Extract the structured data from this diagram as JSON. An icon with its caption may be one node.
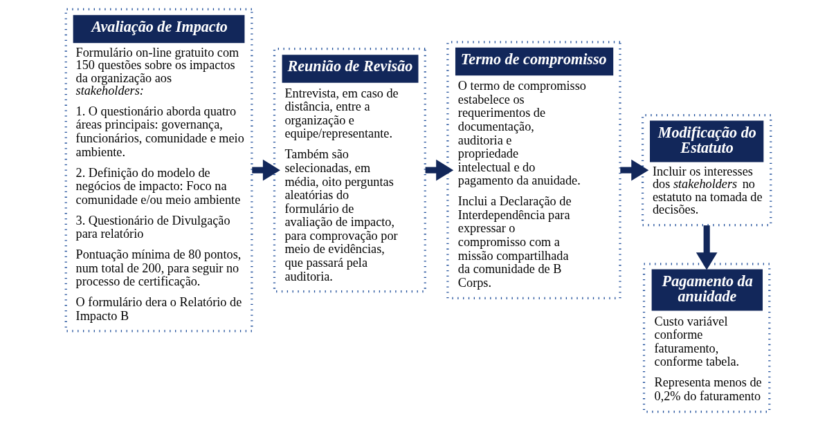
{
  "diagram": {
    "nodes": [
      {
        "text": [
          "Avaliação de Impacto",
          "Formulário on-line gratuito com 150 questões sobre os impactos da organização aos *stakeholders:*",
          "1. O questionário aborda quatro áreas principais: governança, funcionários, comunidade e meio ambiente.",
          "2. Definição do modelo de negócios de impacto: Foco na comunidade e/ou meio ambiente",
          "3. Questionário de Divulgação para relatório",
          "Pontuação mínima de 80 pontos, num total de 200, para seguir no processo de certificação.",
          "O formulário dera o Relatório de Impacto B"
        ]
      },
      {
        "text": [
          "Reunião de Revisão",
          "Entrevista, em caso de distância, entre a organização e equipe/representante.",
          "Também são selecionadas, em média, oito perguntas aleatórias do formulário de avaliação de impacto, para comprovação por meio de evidências, que passará pela auditoria."
        ]
      },
      {
        "text": [
          "Termo de compromisso",
          "O termo de compromisso estabelece os requerimentos de documentação, auditoria e propriedade intelectual e do pagamento da anuidade.",
          "Inclui a Declaração de Interdependência para expressar o compromisso com a missão compartilhada da comunidade de B Corps."
        ]
      },
      {
        "text": [
          "Modificação do Estatuto",
          "Incluir os interesses dos *stakeholders* no estatuto na tomada de decisões."
        ]
      },
      {
        "text": [
          "Pagamento da anuidade",
          "Custo variável conforme faturamento, conforme tabela.",
          "Representa menos de 0,2% do faturamento"
        ]
      }
    ],
    "edges": [
      {
        "from": 0,
        "to": 1,
        "arrow": "to"
      },
      {
        "from": 1,
        "to": 2,
        "arrow": "to"
      },
      {
        "from": 2,
        "to": 3,
        "arrow": "to"
      },
      {
        "from": 3,
        "to": 4,
        "arrow": "to"
      }
    ]
  }
}
